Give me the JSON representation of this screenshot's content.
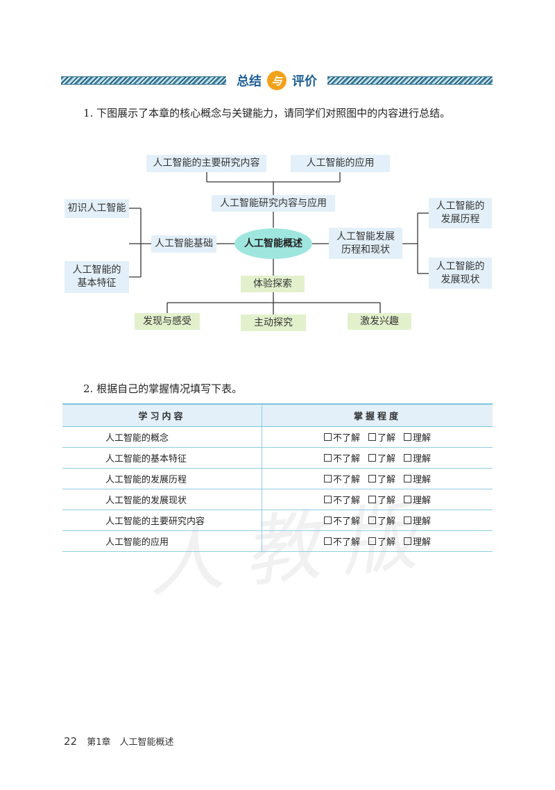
{
  "header": {
    "left_word": "总结",
    "badge_char": "与",
    "right_word": "评价"
  },
  "question1": "1. 下图展示了本章的核心概念与关键能力，请同学们对照图中的内容进行总结。",
  "mindmap": {
    "center": "人工智能概述",
    "research_content": "人工智能的主要研究内容",
    "application": "人工智能的应用",
    "research_and_app": "人工智能研究内容与应用",
    "basics": "人工智能基础",
    "first_know": "初识人工智能",
    "basic_features": "人工智能的\n基本特征",
    "development": "人工智能发展\n历程和现状",
    "dev_history": "人工智能的\n发展历程",
    "dev_status": "人工智能的\n发展现状",
    "experience": "体验探索",
    "discover": "发现与感受",
    "active": "主动探究",
    "interest": "激发兴趣"
  },
  "question2": "2. 根据自己的掌握情况填写下表。",
  "table": {
    "headers": [
      "学习内容",
      "掌握程度"
    ],
    "options": [
      "不了解",
      "了解",
      "理解"
    ],
    "rows": [
      "人工智能的概念",
      "人工智能的基本特征",
      "人工智能的发展历程",
      "人工智能的发展现状",
      "人工智能的主要研究内容",
      "人工智能的应用"
    ]
  },
  "watermark": "人教版",
  "footer": {
    "page_number": "22",
    "chapter": "第1章　人工智能概述"
  }
}
